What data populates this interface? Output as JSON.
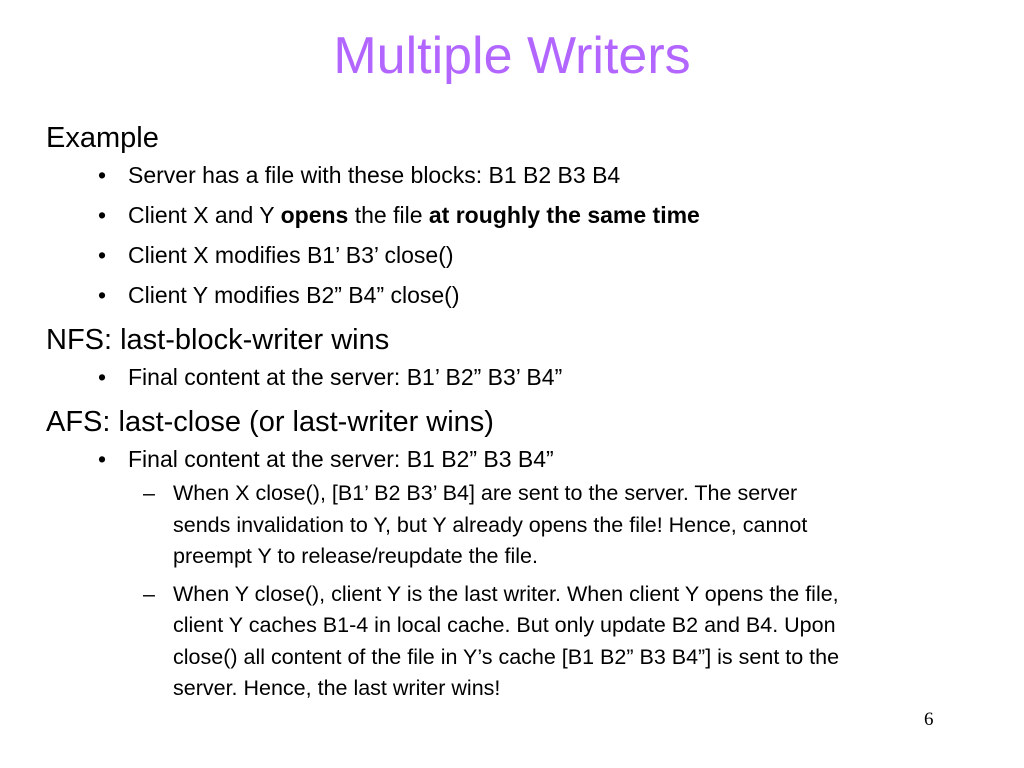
{
  "slide": {
    "title": "Multiple Writers",
    "page_number": "6"
  },
  "glyphs": {
    "bullet": "•",
    "dash": "–"
  },
  "example": {
    "heading": "Example",
    "bullets": [
      "Server has a file with these blocks: B1 B2 B3 B4",
      {
        "part1": "Client X and Y ",
        "part2_bold": "opens",
        "part3": " the file ",
        "part4_bold": "at roughly the same time"
      },
      "Client X modifies B1’ B3’ close()",
      "Client Y modifies B2” B4” close()"
    ]
  },
  "nfs": {
    "heading": "NFS: last-block-writer wins",
    "bullets": [
      "Final content at the server: B1’ B2” B3’ B4”"
    ]
  },
  "afs": {
    "heading": "AFS: last-close (or last-writer wins)",
    "bullets": [
      "Final content at the server: B1 B2” B3 B4”"
    ],
    "sub_items": [
      {
        "lines": [
          "When X close(), [B1’ B2 B3’ B4] are sent to the server. The server",
          "sends invalidation to Y, but Y already opens the file! Hence, cannot",
          "preempt Y to release/reupdate the file."
        ]
      },
      {
        "lines": [
          "When Y close(), client Y is the last writer. When client Y opens the file,",
          "client Y caches B1-4 in local cache. But only update B2 and B4. Upon",
          "close() all content of the file in Y’s cache [B1 B2” B3 B4”] is sent to the",
          "server. Hence, the last writer wins!"
        ]
      }
    ]
  }
}
